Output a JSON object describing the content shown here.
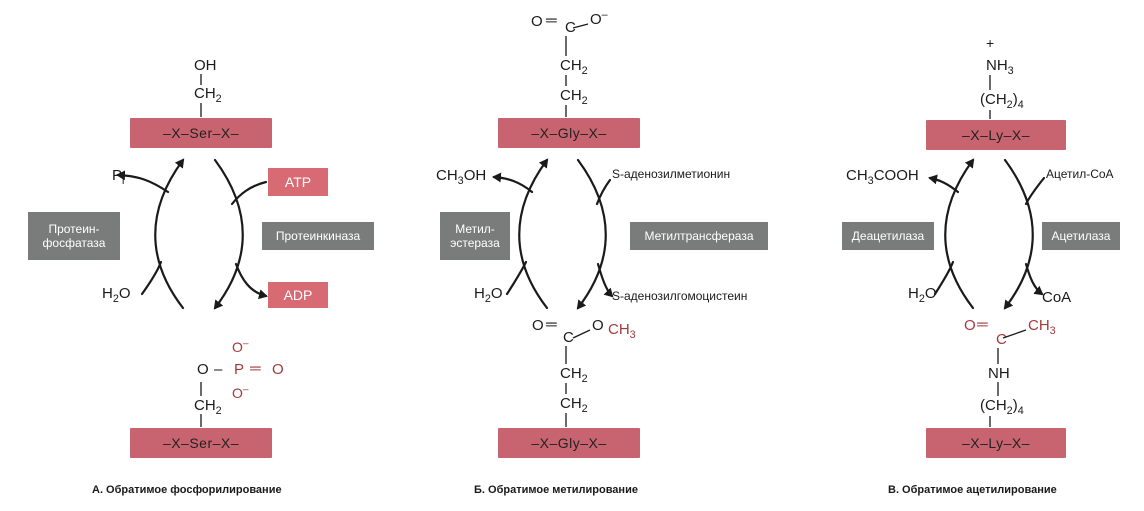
{
  "panels": [
    {
      "top_bar": "–X–Ser–X–",
      "bottom_bar": "–X–Ser–X–",
      "left_enzyme": [
        "Протеин-",
        "фосфатаза"
      ],
      "right_enzyme": "Протеинкиназа",
      "right_in": "ATP",
      "right_out": "ADP",
      "left_out_main": "P",
      "left_out_sub": "i",
      "left_in_main": "H",
      "left_in_sub": "2",
      "left_in_tail": "O",
      "caption": "А. Обратимое фосфорилирование"
    },
    {
      "top_bar": "–X–Gly–X–",
      "bottom_bar": "–X–Gly–X–",
      "left_enzyme": [
        "Метил-",
        "эстераза"
      ],
      "right_enzyme": "Метилтрансфераза",
      "right_in": "S-аденозилметионин",
      "right_out": "S-аденозилгомоцистеин",
      "left_out": "CH3OH",
      "left_in_main": "H",
      "left_in_sub": "2",
      "left_in_tail": "O",
      "caption": "Б. Обратимое метилирование"
    },
    {
      "top_bar": "–X–Ly–X–",
      "bottom_bar": "–X–Ly–X–",
      "left_enzyme": "Деацетилаза",
      "right_enzyme": "Ацетилаза",
      "right_in": "Ацетил-CoA",
      "right_out": "CoA",
      "left_out": "CH3COOH",
      "left_in_main": "H",
      "left_in_sub": "2",
      "left_in_tail": "O",
      "caption": "В. Обратимое ацетилирование"
    }
  ],
  "colors": {
    "bar": "#c86470",
    "enzyme_box": "#7a7c7b",
    "cofactor_box": "#d86a74",
    "modification_red": "#a33a3c",
    "ink": "#1a1a1a"
  }
}
